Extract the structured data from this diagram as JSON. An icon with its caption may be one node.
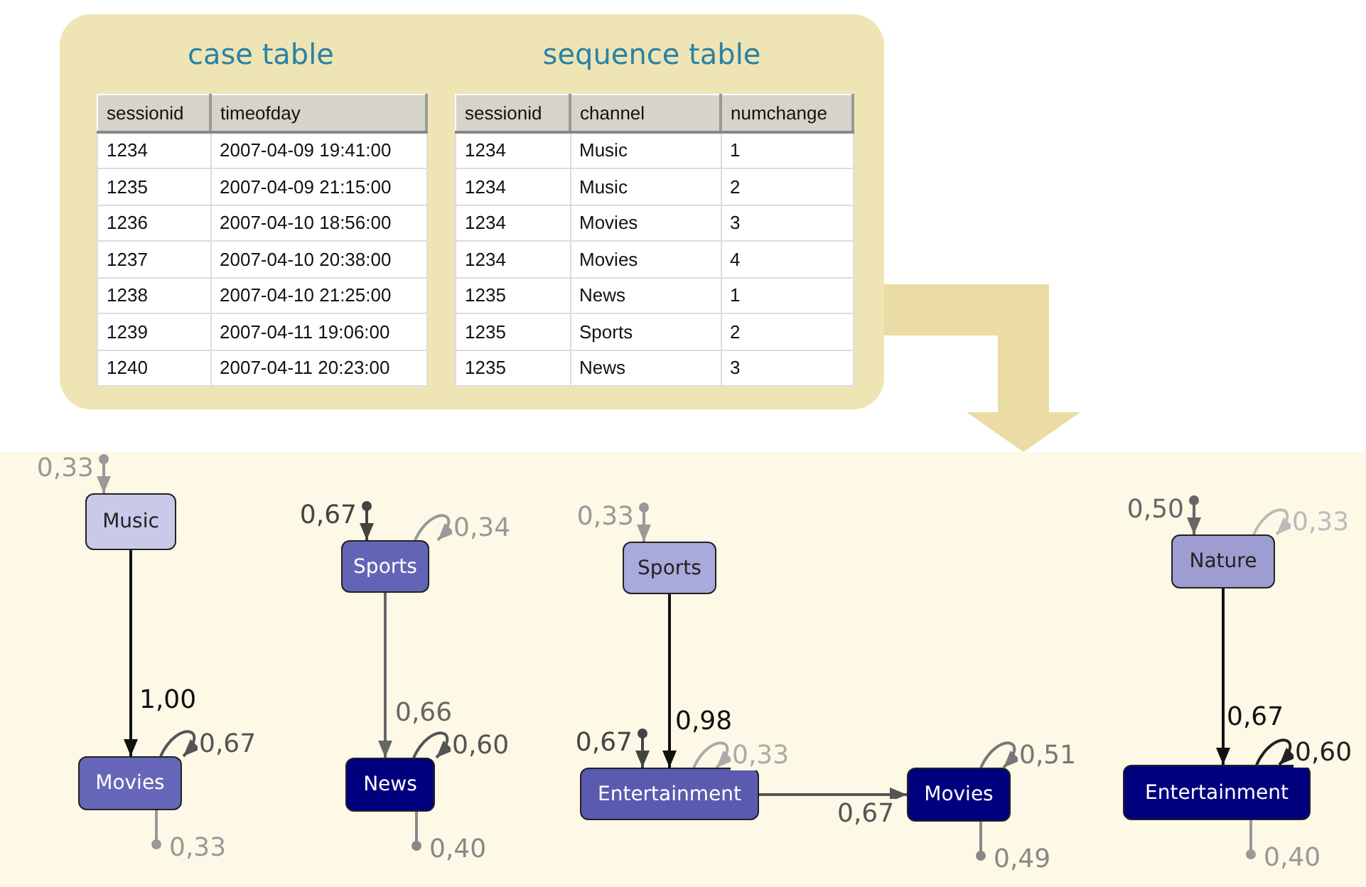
{
  "diagram": {
    "nodes": [
      {
        "text": [
          "case table",
          "sequence table"
        ]
      },
      {
        "text": [],
        "shape": "box"
      },
      {
        "text": [
          "Music"
        ],
        "in": 1
      },
      {
        "text": [
          "Movies"
        ],
        "in": 1
      },
      {
        "text": [
          "Sports"
        ],
        "in": 1
      },
      {
        "text": [
          "News"
        ],
        "in": 1
      },
      {
        "text": [
          "Sports"
        ],
        "in": 1
      },
      {
        "text": [
          "Entertainment"
        ],
        "in": 1
      },
      {
        "text": [
          "Movies"
        ],
        "in": 1
      },
      {
        "text": [
          "Nature"
        ],
        "in": 1
      },
      {
        "text": [
          "Entertainment"
        ],
        "in": 1
      }
    ],
    "edges": [
      {
        "from": 0,
        "to": 1,
        "arrow": "to",
        "style": "thick",
        "color": "#eadca4"
      },
      {
        "from": 2,
        "to": 3,
        "arrow": "to",
        "label": "1,00",
        "color": "#111111"
      },
      {
        "from": 4,
        "to": 5,
        "arrow": "to",
        "label": "0,66",
        "color": "#666666"
      },
      {
        "from": 6,
        "to": 7,
        "arrow": "to",
        "label": "0,98",
        "color": "#111111"
      },
      {
        "from": 7,
        "to": 8,
        "arrow": "to",
        "label": "0,67",
        "color": "#555555"
      },
      {
        "from": 9,
        "to": 10,
        "arrow": "to",
        "label": "0,67",
        "color": "#111111"
      },
      {
        "from": null,
        "to": 2,
        "arrow": "to",
        "label": "0,33",
        "color": "#999999"
      },
      {
        "from": 3,
        "to": 3,
        "arrow": "to",
        "label": "0,67",
        "color": "#555555"
      },
      {
        "from": 3,
        "to": null,
        "arrow": "other",
        "label": "0,33",
        "color": "#999999"
      },
      {
        "from": null,
        "to": 4,
        "arrow": "to",
        "label": "0,67",
        "color": "#444444"
      },
      {
        "from": 4,
        "to": 4,
        "arrow": "to",
        "label": "0,34",
        "color": "#999999"
      },
      {
        "from": 5,
        "to": 5,
        "arrow": "to",
        "label": "0,60",
        "color": "#555555"
      },
      {
        "from": 5,
        "to": null,
        "arrow": "other",
        "label": "0,40",
        "color": "#888888"
      },
      {
        "from": null,
        "to": 6,
        "arrow": "to",
        "label": "0,33",
        "color": "#999999"
      },
      {
        "from": null,
        "to": 7,
        "arrow": "to",
        "label": "0,67",
        "color": "#444444"
      },
      {
        "from": 7,
        "to": 7,
        "arrow": "to",
        "label": "0,33",
        "color": "#aaaaaa"
      },
      {
        "from": 8,
        "to": 8,
        "arrow": "to",
        "label": "0,51",
        "color": "#777777"
      },
      {
        "from": 8,
        "to": null,
        "arrow": "other",
        "label": "0,49",
        "color": "#888888"
      },
      {
        "from": null,
        "to": 9,
        "arrow": "to",
        "label": "0,50",
        "color": "#666666"
      },
      {
        "from": 9,
        "to": 9,
        "arrow": "to",
        "label": "0,33",
        "color": "#bbbbbb"
      },
      {
        "from": 10,
        "to": 10,
        "arrow": "to",
        "label": "0,60",
        "color": "#222222"
      },
      {
        "from": 10,
        "to": null,
        "arrow": "other",
        "label": "0,40",
        "color": "#999999"
      }
    ],
    "labels": [
      "sessionid",
      "timeofday",
      "1234",
      "2007-04-09 19:41:00",
      "1235",
      "2007-04-09 21:15:00",
      "1236",
      "2007-04-10 18:56:00",
      "1237",
      "2007-04-10 20:38:00",
      "1238",
      "2007-04-10 21:25:00",
      "1239",
      "2007-04-11 19:06:00",
      "1240",
      "2007-04-11 20:23:00",
      "sessionid",
      "channel",
      "numchange",
      "1234",
      "Music",
      "1",
      "1234",
      "Music",
      "2",
      "1234",
      "Movies",
      "3",
      "1234",
      "Movies",
      "4",
      "1235",
      "News",
      "1",
      "1235",
      "Sports",
      "2",
      "1235",
      "News",
      "3"
    ]
  }
}
